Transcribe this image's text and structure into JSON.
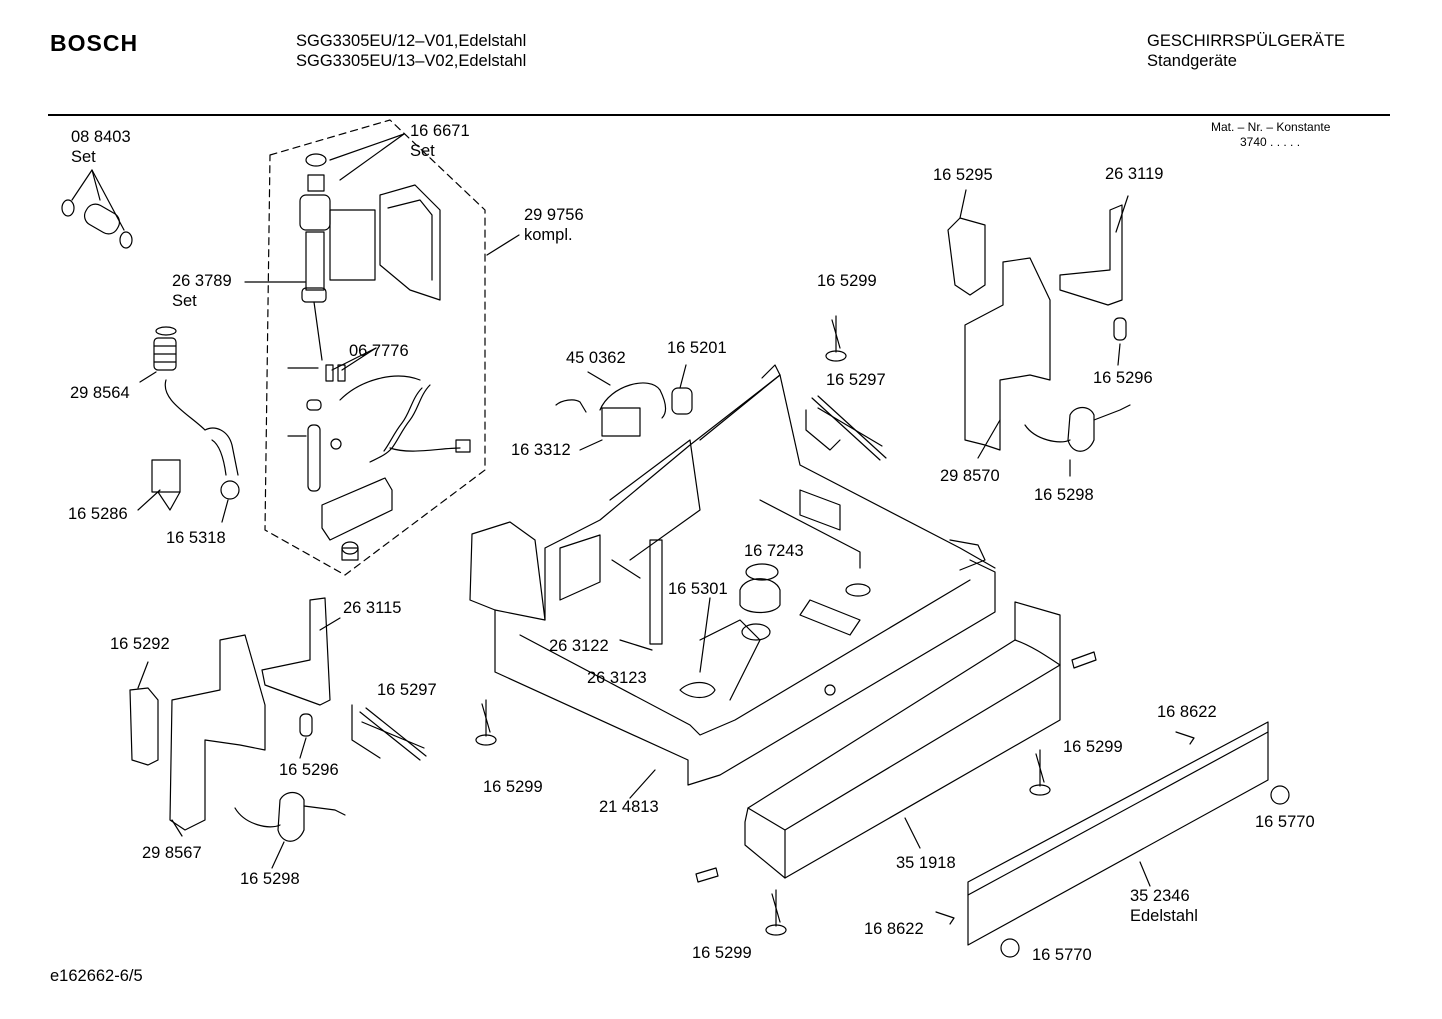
{
  "header": {
    "brand": "BOSCH",
    "model_line_1": "SGG3305EU/12–V01,Edelstahl",
    "model_line_2": "SGG3305EU/13–V02,Edelstahl",
    "category": "GESCHIRRSPÜLGERÄTE",
    "subcategory": "Standgeräte",
    "mat_nr_label": "Mat. – Nr. – Konstante",
    "mat_nr_value": "3740  .  .  .  .  ."
  },
  "footer": {
    "doc_id": "e162662-6/5"
  },
  "parts": [
    {
      "id": "p088403",
      "lines": [
        "08 8403",
        "Set"
      ]
    },
    {
      "id": "p166671",
      "lines": [
        "16 6671",
        "Set"
      ]
    },
    {
      "id": "p299756",
      "lines": [
        "29 9756",
        "kompl."
      ]
    },
    {
      "id": "p263789",
      "lines": [
        "26 3789",
        "Set"
      ]
    },
    {
      "id": "p067776",
      "lines": [
        "06 7776"
      ]
    },
    {
      "id": "p298564",
      "lines": [
        "29 8564"
      ]
    },
    {
      "id": "p165286",
      "lines": [
        "16 5286"
      ]
    },
    {
      "id": "p165318",
      "lines": [
        "16 5318"
      ]
    },
    {
      "id": "p450362",
      "lines": [
        "45 0362"
      ]
    },
    {
      "id": "p165201",
      "lines": [
        "16 5201"
      ]
    },
    {
      "id": "p163312",
      "lines": [
        "16 3312"
      ]
    },
    {
      "id": "p165299a",
      "lines": [
        "16 5299"
      ]
    },
    {
      "id": "p165297a",
      "lines": [
        "16 5297"
      ]
    },
    {
      "id": "p165295",
      "lines": [
        "16 5295"
      ]
    },
    {
      "id": "p263119",
      "lines": [
        "26 3119"
      ]
    },
    {
      "id": "p165296a",
      "lines": [
        "16 5296"
      ]
    },
    {
      "id": "p298570",
      "lines": [
        "29 8570"
      ]
    },
    {
      "id": "p165298a",
      "lines": [
        "16 5298"
      ]
    },
    {
      "id": "p167243",
      "lines": [
        "16 7243"
      ]
    },
    {
      "id": "p165301",
      "lines": [
        "16 5301"
      ]
    },
    {
      "id": "p263122",
      "lines": [
        "26 3122"
      ]
    },
    {
      "id": "p263123",
      "lines": [
        "26 3123"
      ]
    },
    {
      "id": "p263115",
      "lines": [
        "26 3115"
      ]
    },
    {
      "id": "p165292",
      "lines": [
        "16 5292"
      ]
    },
    {
      "id": "p165297b",
      "lines": [
        "16 5297"
      ]
    },
    {
      "id": "p165296b",
      "lines": [
        "16 5296"
      ]
    },
    {
      "id": "p298567",
      "lines": [
        "29 8567"
      ]
    },
    {
      "id": "p165298b",
      "lines": [
        "16 5298"
      ]
    },
    {
      "id": "p165299b",
      "lines": [
        "16 5299"
      ]
    },
    {
      "id": "p214813",
      "lines": [
        "21 4813"
      ]
    },
    {
      "id": "p168622a",
      "lines": [
        "16 8622"
      ]
    },
    {
      "id": "p165299c",
      "lines": [
        "16 5299"
      ]
    },
    {
      "id": "p165770a",
      "lines": [
        "16 5770"
      ]
    },
    {
      "id": "p351918",
      "lines": [
        "35 1918"
      ]
    },
    {
      "id": "p352346",
      "lines": [
        "35 2346",
        "Edelstahl"
      ]
    },
    {
      "id": "p168622b",
      "lines": [
        "16 8622"
      ]
    },
    {
      "id": "p165770b",
      "lines": [
        "16 5770"
      ]
    },
    {
      "id": "p165299d",
      "lines": [
        "16 5299"
      ]
    }
  ]
}
